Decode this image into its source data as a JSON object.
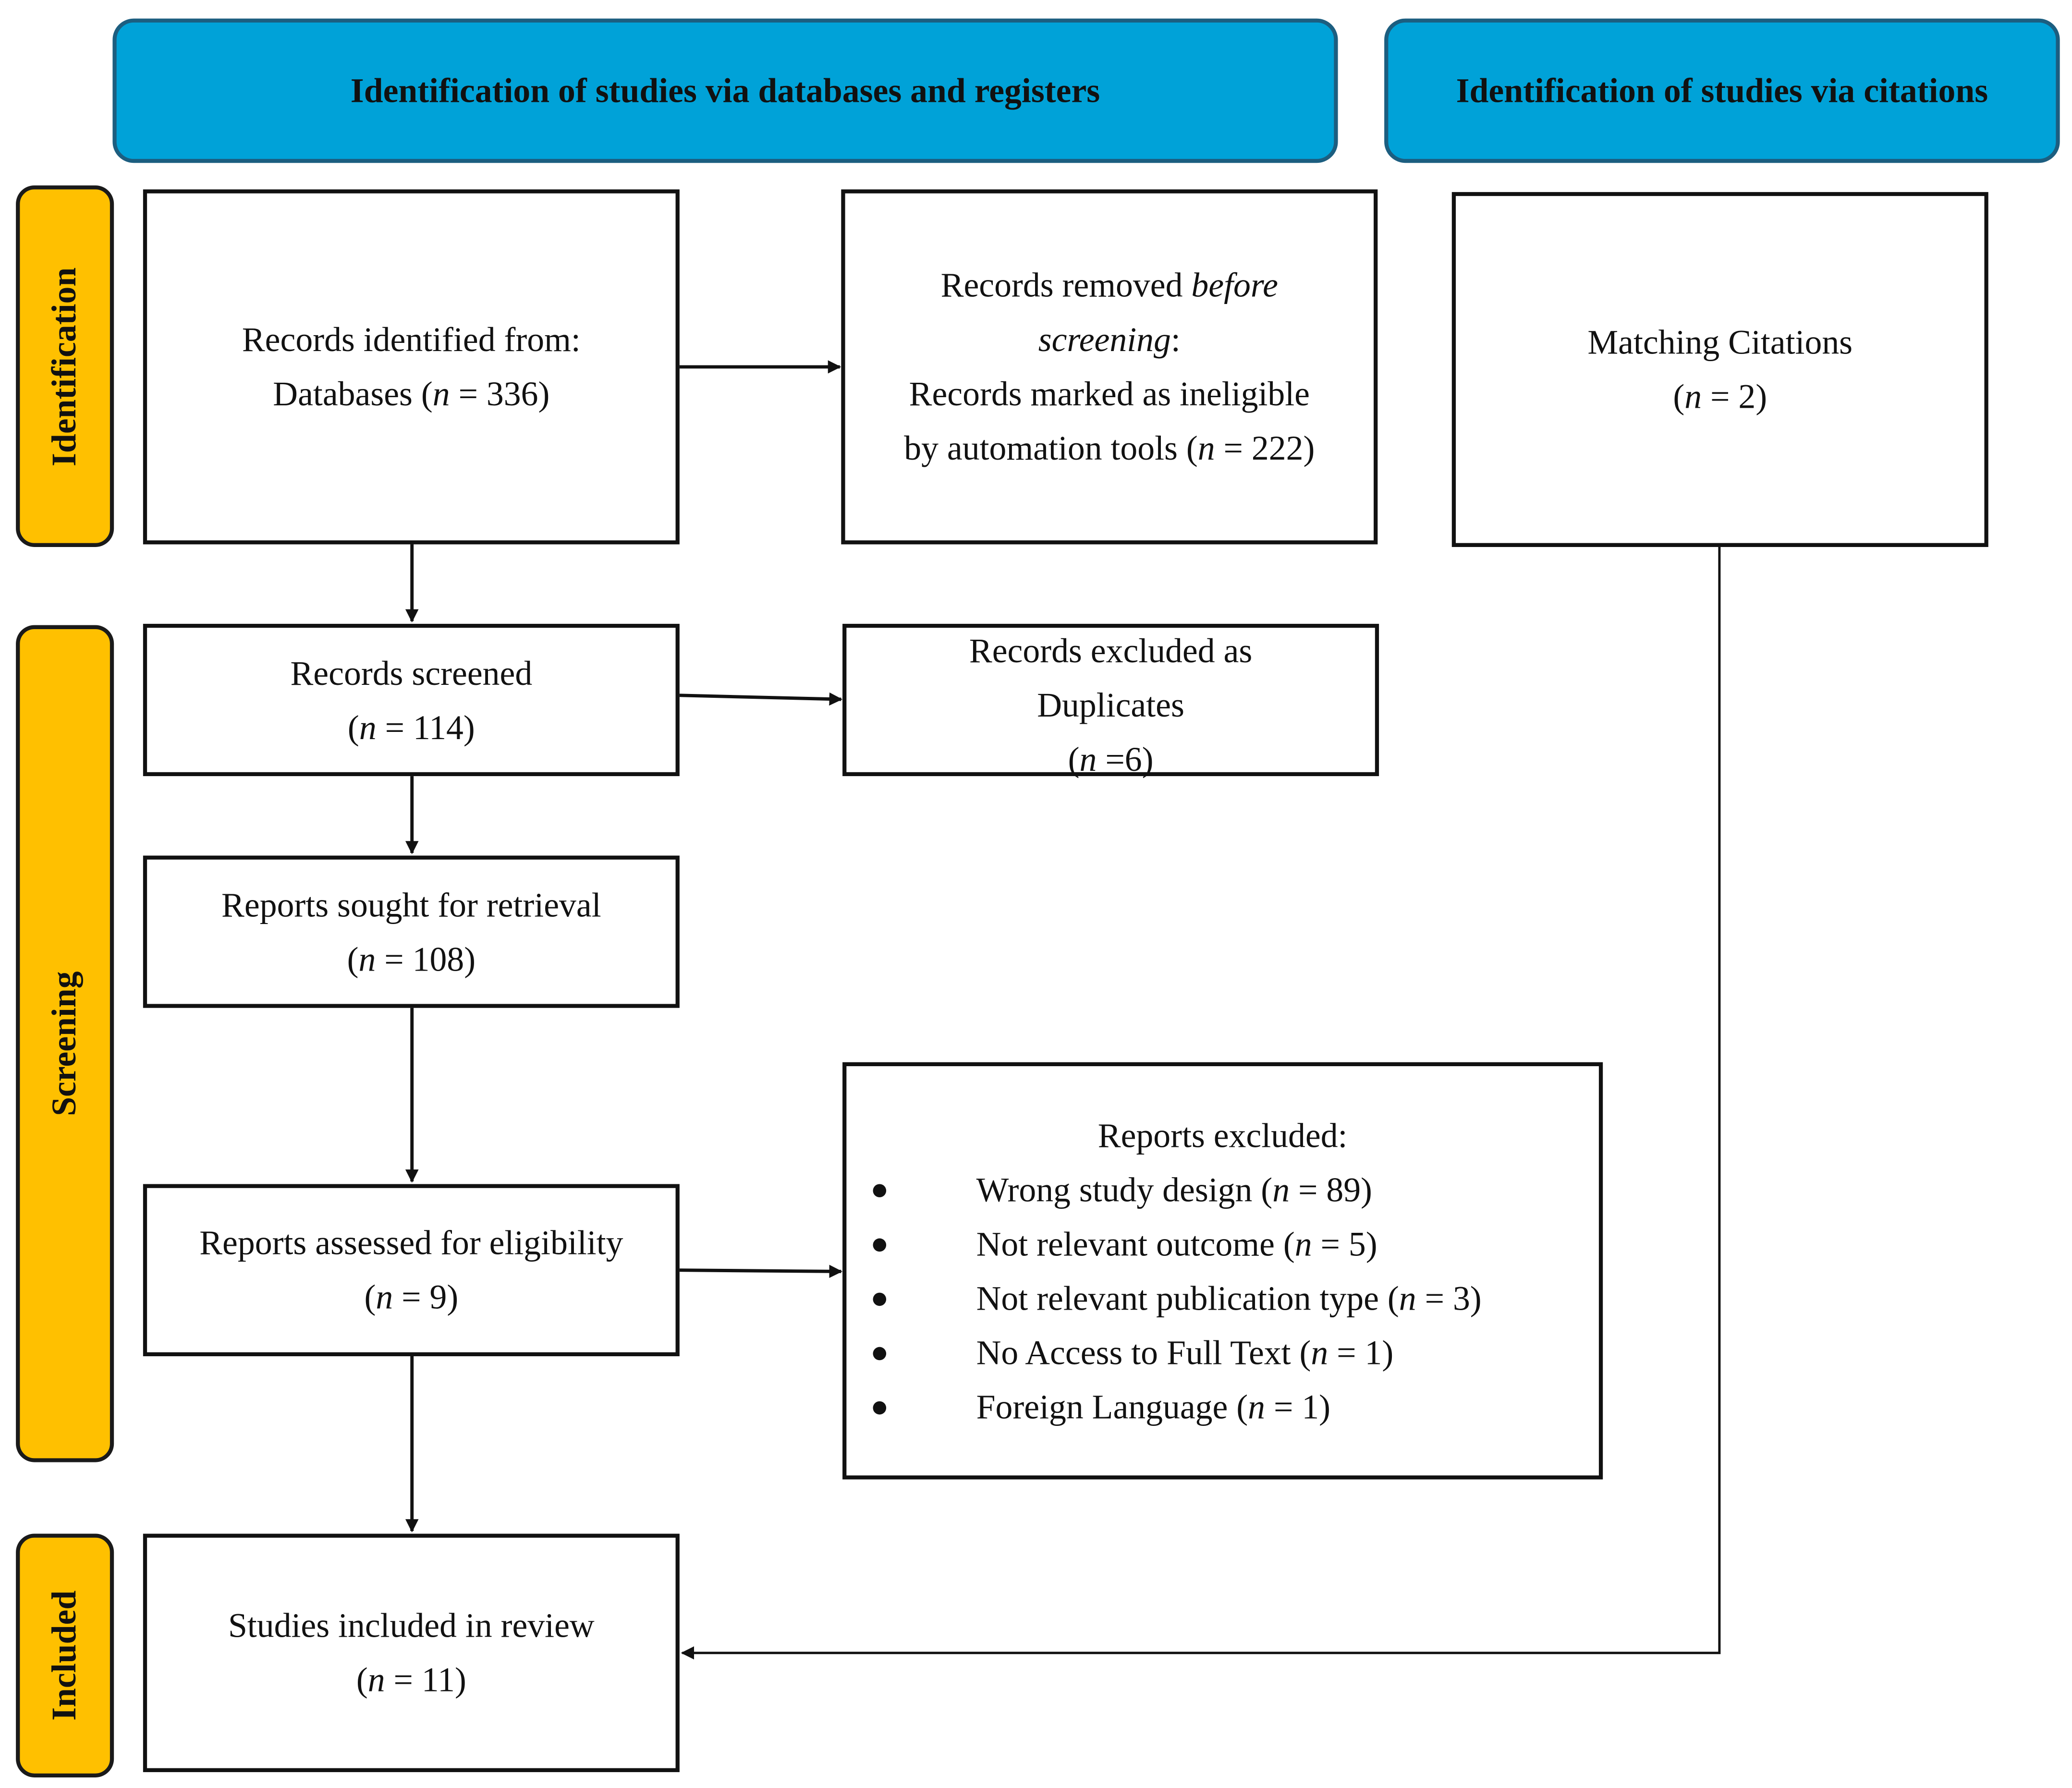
{
  "headers": {
    "databases": "Identification of studies via databases and registers",
    "citations": "Identification of studies via citations"
  },
  "phases": {
    "identification": "Identification",
    "screening": "Screening",
    "included": "Included"
  },
  "boxes": {
    "records_identified": {
      "line1": "Records identified from:",
      "line2_prefix": "Databases (",
      "n_label": "n",
      "line2_suffix": " = 336)"
    },
    "records_removed": {
      "line1_prefix": "Records removed ",
      "line1_italic": "before",
      "line2_italic": "screening",
      "line2_suffix": ":",
      "line3": "Records marked as ineligible",
      "line4_prefix": "by automation tools (",
      "n_label": "n",
      "line4_suffix": " = 222)"
    },
    "matching_citations": {
      "line1": "Matching Citations",
      "line2_prefix": "(",
      "n_label": "n",
      "line2_suffix": " = 2)"
    },
    "records_screened": {
      "line1": "Records screened",
      "line2_prefix": "(",
      "n_label": "n",
      "line2_suffix": " = 114)"
    },
    "records_excluded": {
      "line1": "Records excluded as",
      "line2": "Duplicates",
      "line3_prefix": "(",
      "n_label": "n",
      "line3_suffix": " =6)"
    },
    "reports_sought": {
      "line1": "Reports sought for retrieval",
      "line2_prefix": "(",
      "n_label": "n",
      "line2_suffix": " = 108)"
    },
    "reports_assessed": {
      "line1": "Reports assessed for eligibility",
      "line2_prefix": "(",
      "n_label": "n",
      "line2_suffix": " = 9)"
    },
    "reports_excluded": {
      "title": "Reports excluded:",
      "items": [
        {
          "prefix": "Wrong study design (",
          "n_label": "n",
          "suffix": " = 89)"
        },
        {
          "prefix": "Not relevant outcome (",
          "n_label": "n",
          "suffix": " = 5)"
        },
        {
          "prefix": "Not relevant publication type (",
          "n_label": "n",
          "suffix": " = 3)"
        },
        {
          "prefix": "No Access to Full Text (",
          "n_label": "n",
          "suffix": " = 1)"
        },
        {
          "prefix": "Foreign Language (",
          "n_label": "n",
          "suffix": " = 1)"
        }
      ]
    },
    "studies_included": {
      "line1": "Studies included in review",
      "line2_prefix": "(",
      "n_label": "n",
      "line2_suffix": " = 11)"
    }
  }
}
